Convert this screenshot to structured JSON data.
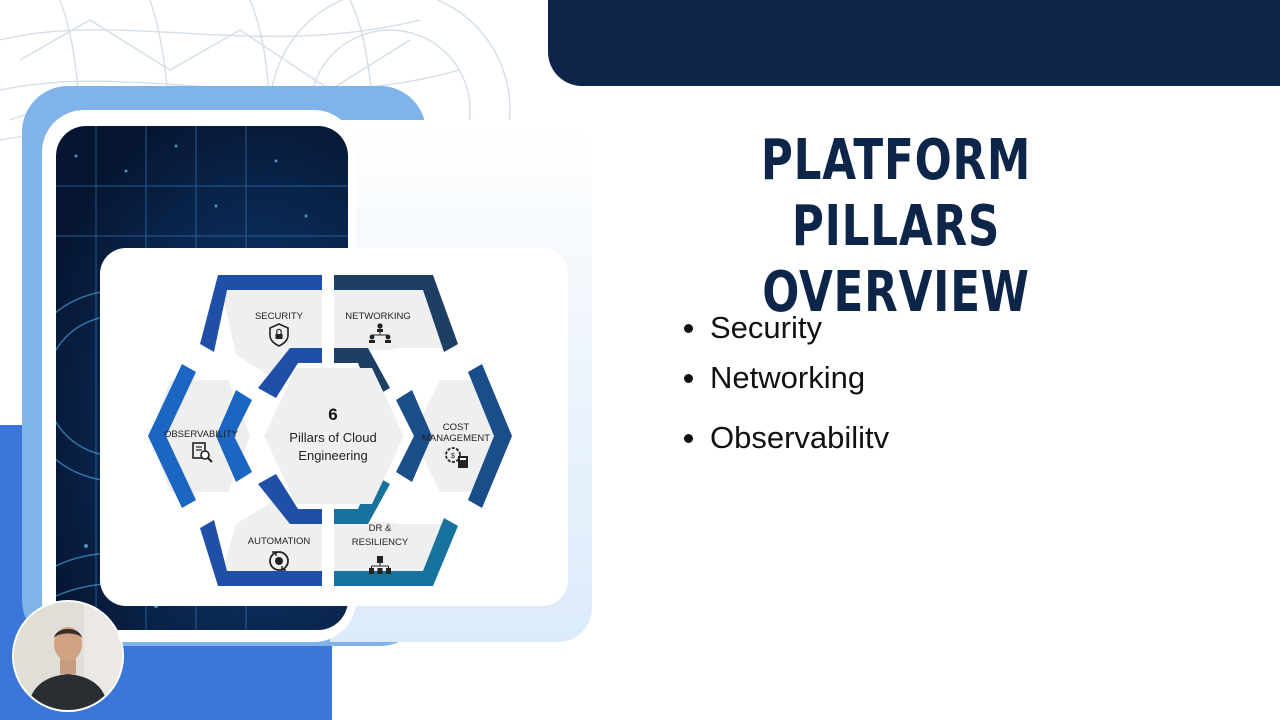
{
  "slide": {
    "title_line1": "PLATFORM PILLARS",
    "title_line2": "OVERVIEW",
    "bullets": [
      "Security",
      "Networking",
      "Observabilitv"
    ]
  },
  "diagram": {
    "center_number": "6",
    "center_line1": "Pillars of Cloud",
    "center_line2": "Engineering",
    "segments": {
      "security": "SECURITY",
      "networking": "NETWORKING",
      "cost_line1": "COST",
      "cost_line2": "MANAGEMENT",
      "dr_line1": "DR &",
      "dr_line2": "RESILIENCY",
      "automation": "AUTOMATION",
      "observability": "OBSERVABILITY"
    },
    "colors": {
      "navy": "#0c2548",
      "blue": "#1f4fa6",
      "mid_blue": "#1a66c2",
      "teal": "#17739e",
      "slate": "#1d3f63",
      "light_fill": "#efefef"
    }
  },
  "presenter": {
    "icon": "presenter-avatar"
  }
}
